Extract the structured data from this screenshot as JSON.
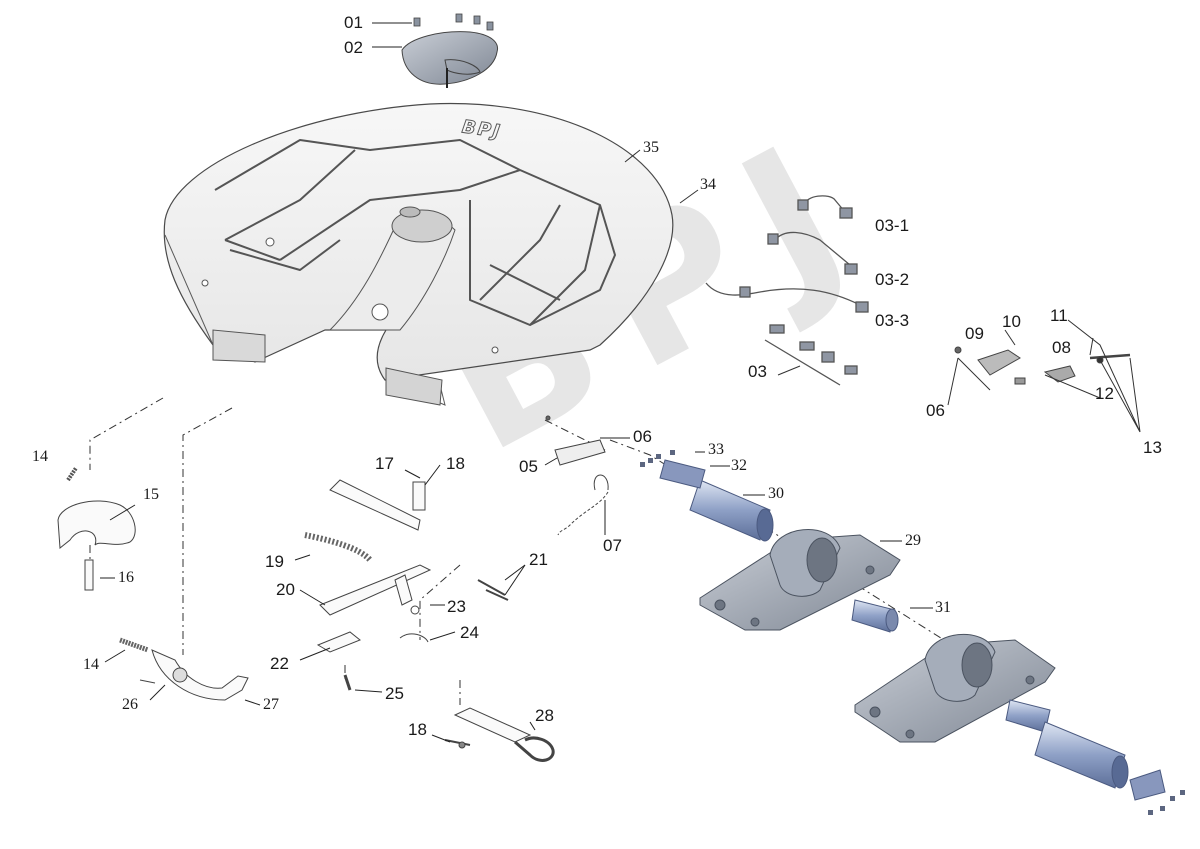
{
  "watermark": "BPJ",
  "brand_mark": "BPJ",
  "labels": {
    "p01": "01",
    "p02": "02",
    "p35": "35",
    "p34": "34",
    "p03_1": "03-1",
    "p03_2": "03-2",
    "p03_3": "03-3",
    "p03": "03",
    "p09": "09",
    "p10": "10",
    "p11": "11",
    "p08": "08",
    "p06a": "06",
    "p12": "12",
    "p13": "13",
    "p14a": "14",
    "p15": "15",
    "p16": "16",
    "p17": "17",
    "p18a": "18",
    "p05": "05",
    "p06b": "06",
    "p33": "33",
    "p32": "32",
    "p30": "30",
    "p07": "07",
    "p29": "29",
    "p19": "19",
    "p21": "21",
    "p20": "20",
    "p23": "23",
    "p24": "24",
    "p31": "31",
    "p22": "22",
    "p25": "25",
    "p14b": "14",
    "p26": "26",
    "p27": "27",
    "p18b": "18",
    "p28": "28"
  },
  "colors": {
    "line": "#3a3a3a",
    "part_fill": "#f4f4f4",
    "steel": "#9aa3ae",
    "steel_dark": "#6b7380",
    "blue": "#7d8fb8"
  }
}
